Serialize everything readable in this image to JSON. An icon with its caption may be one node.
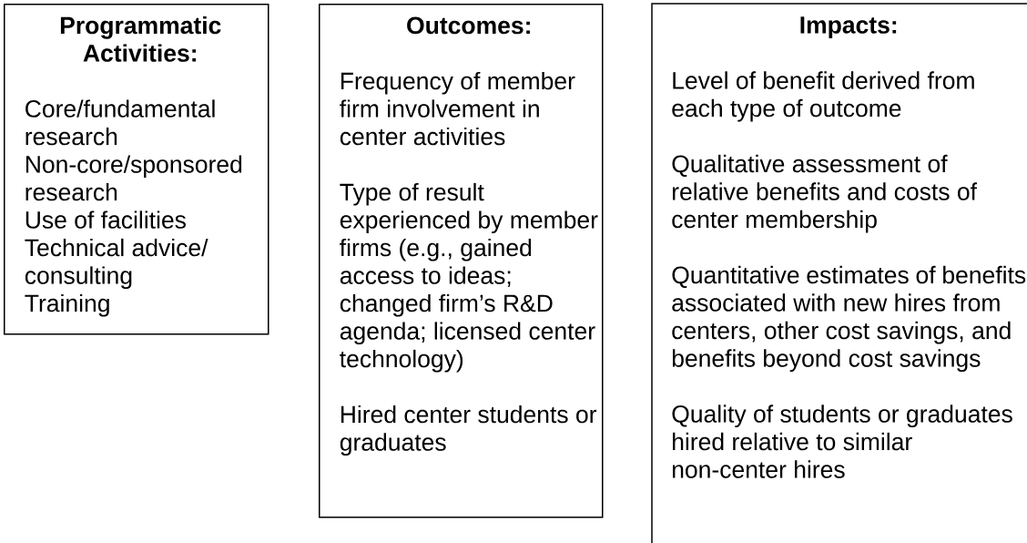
{
  "diagram": {
    "nodes": [
      {
        "text": [
          "Programmatic Activities:",
          "Core/fundamental research",
          "Non-core/sponsored research",
          "Use of facilities",
          "Technical advice/ consulting",
          "Training"
        ]
      },
      {
        "text": [
          "Outcomes:",
          "Frequency of member firm involvement in center activities",
          "Type of result experienced by member firms (e.g., gained access to ideas; changed firm’s R&D agenda; licensed center technology)",
          "Hired center students or graduates"
        ]
      },
      {
        "text": [
          "Impacts:",
          "Level of benefit derived from each type of outcome",
          "Qualitative assessment of relative benefits and costs of center membership",
          "Quantitative estimates of benefits associated with new hires from centers, other cost savings, and benefits beyond cost savings",
          "Quality of students or graduates hired relative to similar non-center hires"
        ]
      }
    ]
  }
}
